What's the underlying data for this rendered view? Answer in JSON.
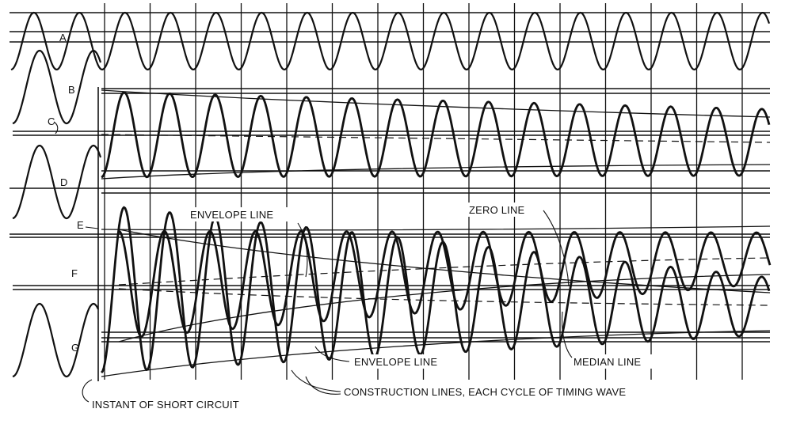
{
  "trace_labels": {
    "a": "A",
    "b": "B",
    "c": "C",
    "d": "D",
    "e": "E",
    "f": "F",
    "g": "G"
  },
  "annotations": {
    "envelope_line_upper": "ENVELOPE LINE",
    "zero_line": "ZERO LINE",
    "envelope_line_lower": "ENVELOPE LINE",
    "median_line": "MEDIAN LINE",
    "construction_lines": "CONSTRUCTION LINES, EACH CYCLE OF TIMING WAVE",
    "instant_of_short_circuit": "INSTANT OF SHORT CIRCUIT"
  }
}
